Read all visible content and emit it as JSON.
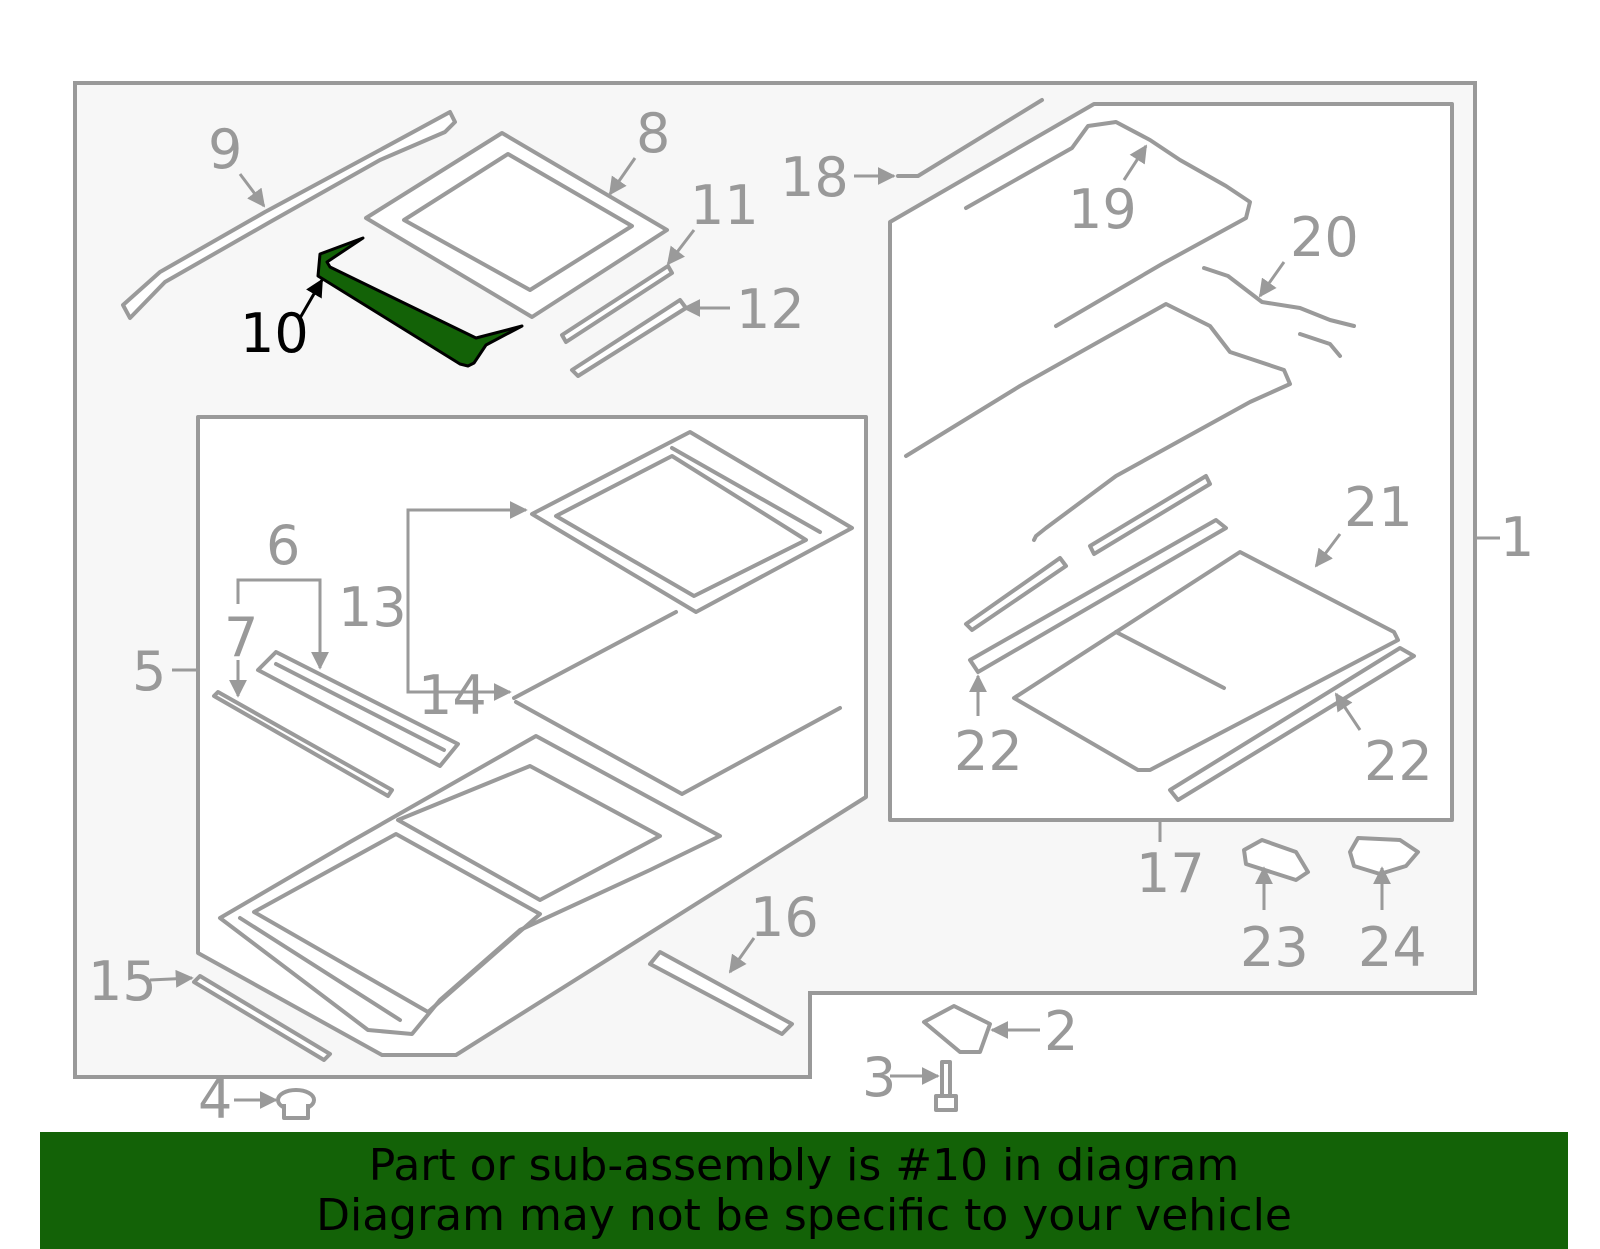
{
  "colors": {
    "highlight": "#136207",
    "outline": "#9a9a9a",
    "frame_fill": "#f7f7f7",
    "banner_bg": "#136207",
    "banner_text": "#000000"
  },
  "diagram": {
    "highlighted_part": "10",
    "callouts": {
      "c1": "1",
      "c2": "2",
      "c3": "3",
      "c4": "4",
      "c5": "5",
      "c6": "6",
      "c7": "7",
      "c8": "8",
      "c9": "9",
      "c10": "10",
      "c11": "11",
      "c12": "12",
      "c13": "13",
      "c14": "14",
      "c15": "15",
      "c16": "16",
      "c17": "17",
      "c18": "18",
      "c19": "19",
      "c20": "20",
      "c21": "21",
      "c22a": "22",
      "c22b": "22",
      "c23": "23",
      "c24": "24"
    }
  },
  "banner": {
    "line1": "Part or sub-assembly is #10 in diagram",
    "line2": "Diagram may not be specific to your vehicle"
  }
}
